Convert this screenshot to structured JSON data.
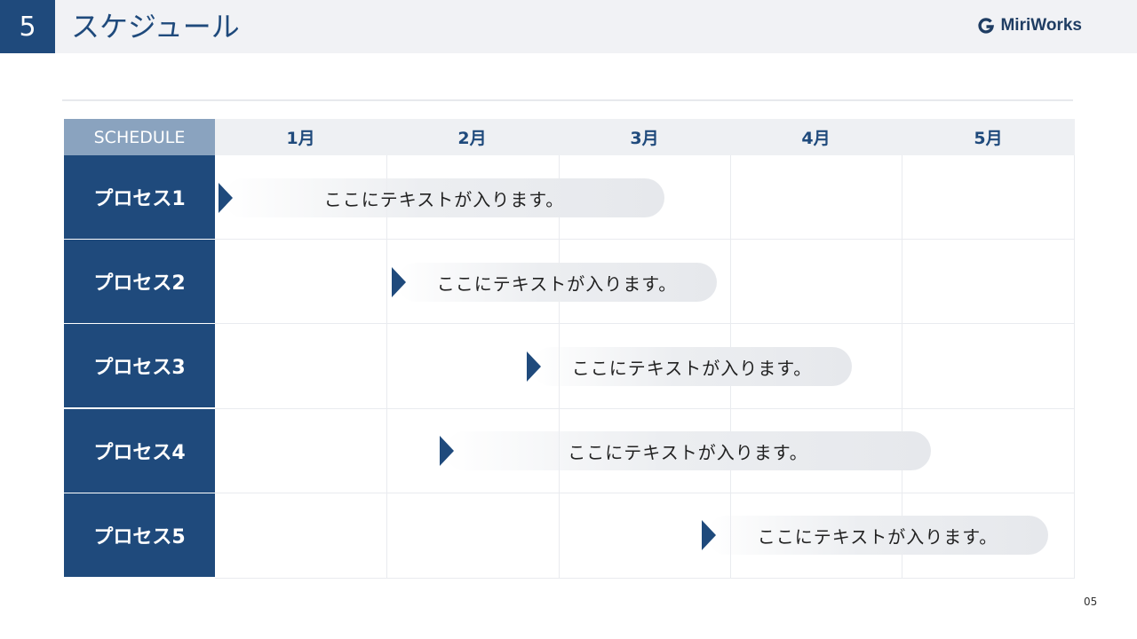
{
  "header": {
    "section_number": "5",
    "title": "スケジュール",
    "brand": "MiriWorks"
  },
  "table": {
    "corner_label": "SCHEDULE",
    "months": [
      "1月",
      "2月",
      "3月",
      "4月",
      "5月"
    ],
    "processes": [
      {
        "label": "プロセス1",
        "bar_text": "ここにテキストが入ります。"
      },
      {
        "label": "プロセス2",
        "bar_text": "ここにテキストが入ります。"
      },
      {
        "label": "プロセス3",
        "bar_text": "ここにテキストが入ります。"
      },
      {
        "label": "プロセス4",
        "bar_text": "ここにテキストが入ります。"
      },
      {
        "label": "プロセス5",
        "bar_text": "ここにテキストが入ります。"
      }
    ]
  },
  "footer": {
    "page_number": "05"
  },
  "colors": {
    "primary": "#1f4a7c",
    "corner": "#8aa3bf",
    "header_bg": "#f1f2f5"
  }
}
